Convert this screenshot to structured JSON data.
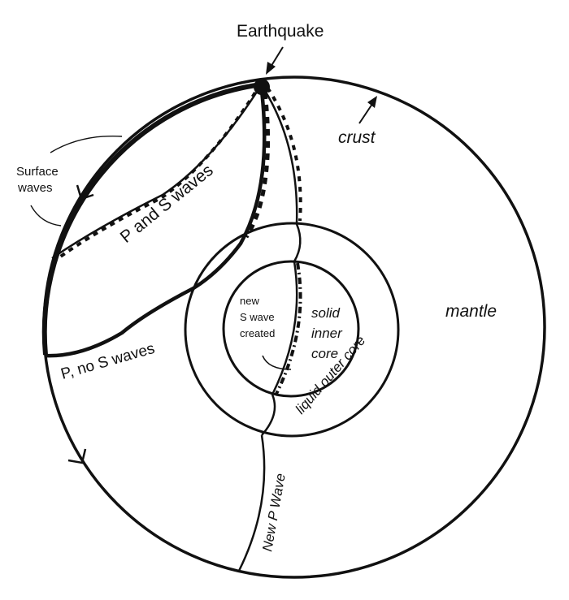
{
  "diagram": {
    "title": "Seismic waves through Earth's interior",
    "colors": {
      "ink": "#111111",
      "background": "#ffffff"
    },
    "labels": {
      "earthquake": "Earthquake",
      "crust": "crust",
      "surface_waves_line1": "Surface",
      "surface_waves_line2": "waves",
      "p_and_s_waves": "P and S waves",
      "p_no_s_waves": "P, no S waves",
      "mantle": "mantle",
      "liquid_outer_core": "liquid outer core",
      "solid_inner_core_line1": "solid",
      "solid_inner_core_line2": "inner",
      "solid_inner_core_line3": "core",
      "new_s_wave_line1": "new",
      "new_s_wave_line2": "S wave",
      "new_s_wave_line3": "created",
      "new_p_wave": "New P Wave"
    },
    "layers": [
      "crust",
      "mantle",
      "liquid outer core",
      "solid inner core"
    ],
    "wave_paths": [
      {
        "name": "Surface waves",
        "style": "thick solid along crust"
      },
      {
        "name": "P and S waves",
        "style": "solid with dashed S companion"
      },
      {
        "name": "P, no S waves",
        "style": "thick solid"
      },
      {
        "name": "New P Wave",
        "style": "thin solid"
      },
      {
        "name": "new S wave created",
        "style": "dash-dot in inner core"
      }
    ]
  }
}
